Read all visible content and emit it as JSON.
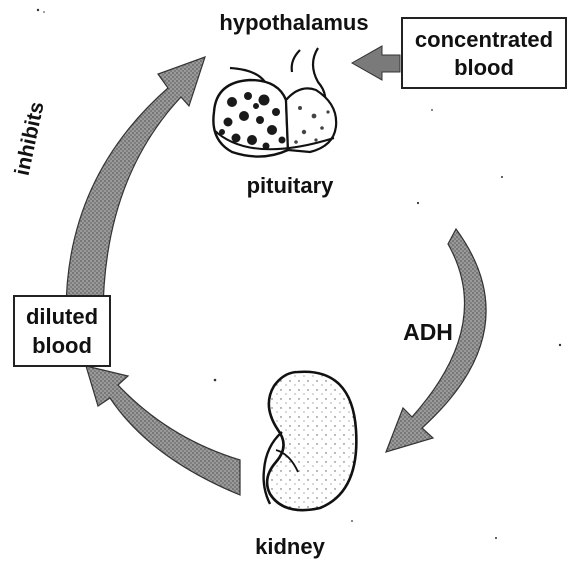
{
  "labels": {
    "hypothalamus": "hypothalamus",
    "pituitary": "pituitary",
    "concentrated_blood_line1": "concentrated",
    "concentrated_blood_line2": "blood",
    "inhibits": "inhibits",
    "diluted_blood_line1": "diluted",
    "diluted_blood_line2": "blood",
    "adh": "ADH",
    "kidney": "kidney"
  },
  "colors": {
    "ink": "#111111",
    "arrow_fill": "#8e8e8e",
    "arrow_dark": "#5a5a5a",
    "box_border": "#222222",
    "background": "#ffffff"
  }
}
